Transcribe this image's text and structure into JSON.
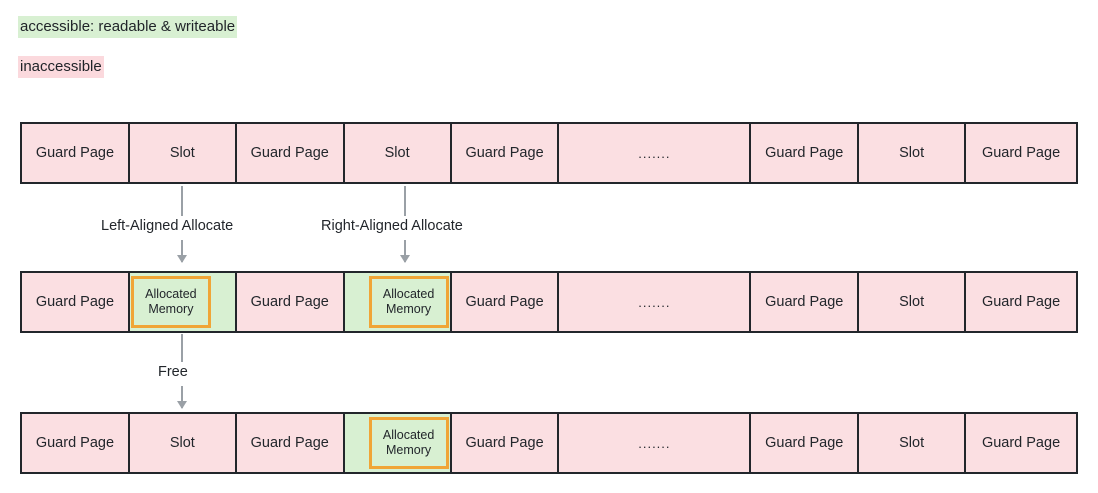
{
  "legend": {
    "accessible": "accessible: readable & writeable",
    "inaccessible": "inaccessible",
    "accessible_color": "#d8f0d2",
    "inaccessible_color": "#fbd9dd"
  },
  "labels": {
    "guard_page": "Guard Page",
    "slot": "Slot",
    "ellipsis": ".......",
    "allocated_memory_line1": "Allocated",
    "allocated_memory_line2": "Memory"
  },
  "colors": {
    "cell_border": "#22262b",
    "slot_pink": "#fbdfe2",
    "slot_green": "#d8f0d2",
    "alloc_border": "#f0a537",
    "connector": "#9aa0a6"
  },
  "connectors": {
    "left_aligned_allocate": "Left-Aligned Allocate",
    "right_aligned_allocate": "Right-Aligned Allocate",
    "free": "Free"
  },
  "rows": [
    {
      "id": "row-1",
      "cells": [
        {
          "type": "guard",
          "label": "Guard Page"
        },
        {
          "type": "slot",
          "label": "Slot"
        },
        {
          "type": "guard",
          "label": "Guard Page"
        },
        {
          "type": "slot",
          "label": "Slot"
        },
        {
          "type": "guard",
          "label": "Guard Page"
        },
        {
          "type": "dots",
          "label": "......."
        },
        {
          "type": "guard",
          "label": "Guard Page"
        },
        {
          "type": "slot",
          "label": "Slot"
        },
        {
          "type": "guard",
          "label": "Guard Page"
        }
      ]
    },
    {
      "id": "row-2",
      "cells": [
        {
          "type": "guard",
          "label": "Guard Page"
        },
        {
          "type": "alloc-left",
          "label": "Allocated Memory"
        },
        {
          "type": "guard",
          "label": "Guard Page"
        },
        {
          "type": "alloc-right",
          "label": "Allocated Memory"
        },
        {
          "type": "guard",
          "label": "Guard Page"
        },
        {
          "type": "dots",
          "label": "......."
        },
        {
          "type": "guard",
          "label": "Guard Page"
        },
        {
          "type": "slot",
          "label": "Slot"
        },
        {
          "type": "guard",
          "label": "Guard Page"
        }
      ]
    },
    {
      "id": "row-3",
      "cells": [
        {
          "type": "guard",
          "label": "Guard Page"
        },
        {
          "type": "slot",
          "label": "Slot"
        },
        {
          "type": "guard",
          "label": "Guard Page"
        },
        {
          "type": "alloc-right",
          "label": "Allocated Memory"
        },
        {
          "type": "guard",
          "label": "Guard Page"
        },
        {
          "type": "dots",
          "label": "......."
        },
        {
          "type": "guard",
          "label": "Guard Page"
        },
        {
          "type": "slot",
          "label": "Slot"
        },
        {
          "type": "guard",
          "label": "Guard Page"
        }
      ]
    }
  ]
}
